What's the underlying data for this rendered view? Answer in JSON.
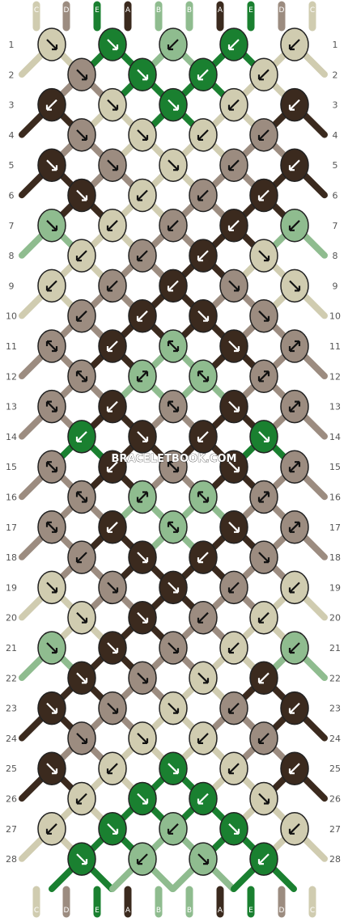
{
  "watermark": "BRACELETBOOK.COM",
  "colors": {
    "A": "#3b2a1e",
    "B": "#8fbc8f",
    "C": "#d0ccb0",
    "D": "#9c8c80",
    "E": "#1a8030"
  },
  "string_order_top": [
    "C",
    "D",
    "E",
    "A",
    "B",
    "B",
    "A",
    "E",
    "D",
    "C"
  ],
  "string_order_bottom": [
    "C",
    "D",
    "E",
    "A",
    "B",
    "B",
    "A",
    "E",
    "D",
    "C"
  ],
  "row_numbers": [
    "1",
    "2",
    "3",
    "4",
    "5",
    "6",
    "7",
    "8",
    "9",
    "10",
    "11",
    "12",
    "13",
    "14",
    "15",
    "16",
    "17",
    "18",
    "19",
    "20",
    "21",
    "22",
    "23",
    "24",
    "25",
    "26",
    "27",
    "28"
  ],
  "rows": [
    [
      [
        "C",
        "br"
      ],
      [
        "E",
        "br"
      ],
      [
        "B",
        "bl"
      ],
      [
        "E",
        "bl"
      ],
      [
        "C",
        "bl"
      ]
    ],
    [
      [
        "D",
        "br"
      ],
      [
        "E",
        "br"
      ],
      [
        "E",
        "bl"
      ],
      [
        "C",
        "bl"
      ]
    ],
    [
      [
        "A",
        "bl"
      ],
      [
        "C",
        "br"
      ],
      [
        "E",
        "br"
      ],
      [
        "C",
        "bl"
      ],
      [
        "A",
        "bl"
      ]
    ],
    [
      [
        "D",
        "br"
      ],
      [
        "C",
        "br"
      ],
      [
        "C",
        "bl"
      ],
      [
        "D",
        "bl"
      ]
    ],
    [
      [
        "A",
        "br"
      ],
      [
        "D",
        "br"
      ],
      [
        "C",
        "br"
      ],
      [
        "D",
        "bl"
      ],
      [
        "A",
        "bl"
      ]
    ],
    [
      [
        "A",
        "br"
      ],
      [
        "C",
        "bl"
      ],
      [
        "D",
        "bl"
      ],
      [
        "A",
        "bl"
      ]
    ],
    [
      [
        "B",
        "br"
      ],
      [
        "C",
        "bl"
      ],
      [
        "D",
        "bl"
      ],
      [
        "A",
        "bl"
      ],
      [
        "B",
        "bl"
      ]
    ],
    [
      [
        "C",
        "bl"
      ],
      [
        "D",
        "bl"
      ],
      [
        "A",
        "bl"
      ],
      [
        "C",
        "br"
      ]
    ],
    [
      [
        "C",
        "bl"
      ],
      [
        "D",
        "bl"
      ],
      [
        "A",
        "bl"
      ],
      [
        "D",
        "br"
      ],
      [
        "C",
        "br"
      ]
    ],
    [
      [
        "D",
        "bl"
      ],
      [
        "A",
        "bl"
      ],
      [
        "A",
        "br"
      ],
      [
        "D",
        "br"
      ]
    ],
    [
      [
        "D",
        "brb"
      ],
      [
        "A",
        "bl"
      ],
      [
        "B",
        "brb"
      ],
      [
        "A",
        "br"
      ],
      [
        "D",
        "blb"
      ]
    ],
    [
      [
        "D",
        "brb"
      ],
      [
        "B",
        "blb"
      ],
      [
        "B",
        "brb"
      ],
      [
        "D",
        "blb"
      ]
    ],
    [
      [
        "D",
        "brb"
      ],
      [
        "A",
        "bl"
      ],
      [
        "D",
        "brb"
      ],
      [
        "A",
        "br"
      ],
      [
        "D",
        "blb"
      ]
    ],
    [
      [
        "E",
        "bl"
      ],
      [
        "A",
        "br"
      ],
      [
        "A",
        "bl"
      ],
      [
        "E",
        "br"
      ]
    ],
    [
      [
        "D",
        "brb"
      ],
      [
        "A",
        "bl"
      ],
      [
        "D",
        "brb"
      ],
      [
        "A",
        "br"
      ],
      [
        "D",
        "blb"
      ]
    ],
    [
      [
        "D",
        "brb"
      ],
      [
        "B",
        "blb"
      ],
      [
        "B",
        "brb"
      ],
      [
        "D",
        "blb"
      ]
    ],
    [
      [
        "D",
        "brb"
      ],
      [
        "A",
        "bl"
      ],
      [
        "B",
        "brb"
      ],
      [
        "A",
        "br"
      ],
      [
        "D",
        "blb"
      ]
    ],
    [
      [
        "D",
        "bl"
      ],
      [
        "A",
        "br"
      ],
      [
        "A",
        "bl"
      ],
      [
        "D",
        "br"
      ]
    ],
    [
      [
        "C",
        "br"
      ],
      [
        "D",
        "br"
      ],
      [
        "A",
        "br"
      ],
      [
        "D",
        "bl"
      ],
      [
        "C",
        "bl"
      ]
    ],
    [
      [
        "C",
        "br"
      ],
      [
        "A",
        "br"
      ],
      [
        "D",
        "bl"
      ],
      [
        "C",
        "bl"
      ]
    ],
    [
      [
        "B",
        "br"
      ],
      [
        "A",
        "br"
      ],
      [
        "D",
        "br"
      ],
      [
        "C",
        "bl"
      ],
      [
        "B",
        "bl"
      ]
    ],
    [
      [
        "A",
        "br"
      ],
      [
        "D",
        "br"
      ],
      [
        "C",
        "br"
      ],
      [
        "A",
        "bl"
      ]
    ],
    [
      [
        "A",
        "br"
      ],
      [
        "D",
        "br"
      ],
      [
        "C",
        "br"
      ],
      [
        "D",
        "bl"
      ],
      [
        "A",
        "bl"
      ]
    ],
    [
      [
        "D",
        "br"
      ],
      [
        "C",
        "br"
      ],
      [
        "C",
        "bl"
      ],
      [
        "D",
        "bl"
      ]
    ],
    [
      [
        "A",
        "br"
      ],
      [
        "C",
        "bl"
      ],
      [
        "E",
        "br"
      ],
      [
        "C",
        "bl"
      ],
      [
        "A",
        "bl"
      ]
    ],
    [
      [
        "C",
        "bl"
      ],
      [
        "E",
        "br"
      ],
      [
        "E",
        "bl"
      ],
      [
        "C",
        "br"
      ]
    ],
    [
      [
        "C",
        "bl"
      ],
      [
        "E",
        "br"
      ],
      [
        "B",
        "bl"
      ],
      [
        "E",
        "br"
      ],
      [
        "C",
        "bl"
      ]
    ],
    [
      [
        "E",
        "br"
      ],
      [
        "B",
        "bl"
      ],
      [
        "B",
        "br"
      ],
      [
        "E",
        "bl"
      ]
    ]
  ]
}
